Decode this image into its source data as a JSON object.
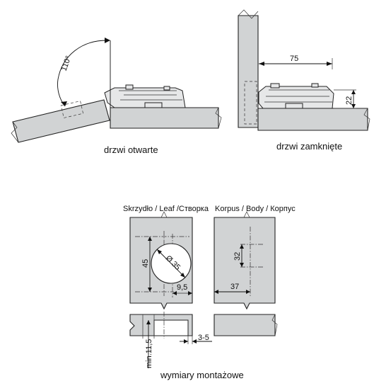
{
  "captions": {
    "open": "drzwi otwarte",
    "closed": "drzwi zamknięte",
    "mounting": "wymiary montażowe"
  },
  "headers": {
    "leaf": "Skrzydło / Leaf /Створка",
    "body": "Korpus / Body / Корпус"
  },
  "dimensions": {
    "opening_angle": "110°",
    "offset_75": "75",
    "height_22": "22",
    "cup_dia": "Ø 35",
    "drill_45": "45",
    "edge_9_5": "9,5",
    "plate_32": "32",
    "plate_37": "37",
    "gap_3_5": "3-5",
    "min_11_5": "min.11,5"
  },
  "colors": {
    "panel_fill": "#d1d3d4",
    "outline": "#222222"
  }
}
